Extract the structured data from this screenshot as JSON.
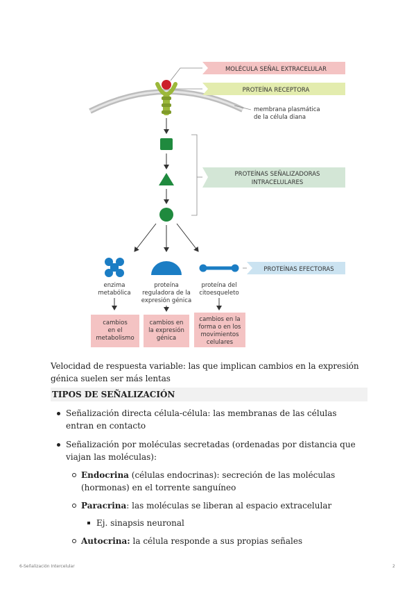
{
  "figure": {
    "labels": {
      "signal_molecule": "MOLÉCULA SEÑAL EXTRACELULAR",
      "receptor_protein": "PROTEÍNA RECEPTORA",
      "membrane_line1": "membrana plasmática",
      "membrane_line2": "de la célula diana",
      "intracellular_line1": "PROTEÍNAS SEÑALIZADORAS",
      "intracellular_line2": "INTRACELULARES",
      "effector_proteins": "PROTEÍNAS EFECTORAS"
    },
    "effectors": {
      "enzyme": [
        "enzima",
        "metabólica"
      ],
      "regulator": [
        "proteína",
        "reguladora de la",
        "expresión génica"
      ],
      "cytoskeleton": [
        "proteína del",
        "citoesqueleto"
      ]
    },
    "outcomes": {
      "metabolism": [
        "cambios",
        "en el",
        "metabolismo"
      ],
      "expression": [
        "cambios en",
        "la expresión",
        "génica"
      ],
      "shape": [
        "cambios en la",
        "forma o en los",
        "movimientos",
        "celulares"
      ]
    },
    "colors": {
      "pink": "#f4c3c3",
      "yellow_green": "#e3ecae",
      "pale_green": "#d3e6d6",
      "light_blue": "#cbe3f1",
      "protein_green": "#1f8a3e",
      "receptor_green": "#9cb83a",
      "effector_blue": "#1b7dc4",
      "signal_red": "#cc1f2a"
    }
  },
  "content": {
    "velocity_text": "Velocidad de respuesta variable: las que implican cambios en la expresión génica suelen ser más lentas",
    "section_title": "TIPOS DE SEÑALIZACIÓN",
    "item1": "Señalización directa célula-célula: las membranas de las células entran en contacto",
    "item2": "Señalización por moléculas secretadas (ordenadas por distancia que viajan las moléculas):",
    "endocrina_term": "Endocrina",
    "endocrina_text": " (células endocrinas): secreción de las moléculas (hormonas) en el torrente sanguíneo",
    "paracrina_term": "Paracrina",
    "paracrina_text": ": las moléculas se liberan al espacio extracelular",
    "paracrina_example": "Ej. sinapsis neuronal",
    "autocrina_term": "Autocrina:",
    "autocrina_text": " la célula responde a sus propias señales"
  },
  "footer": {
    "left": "6-Señalización Intercelular",
    "right": "2"
  }
}
